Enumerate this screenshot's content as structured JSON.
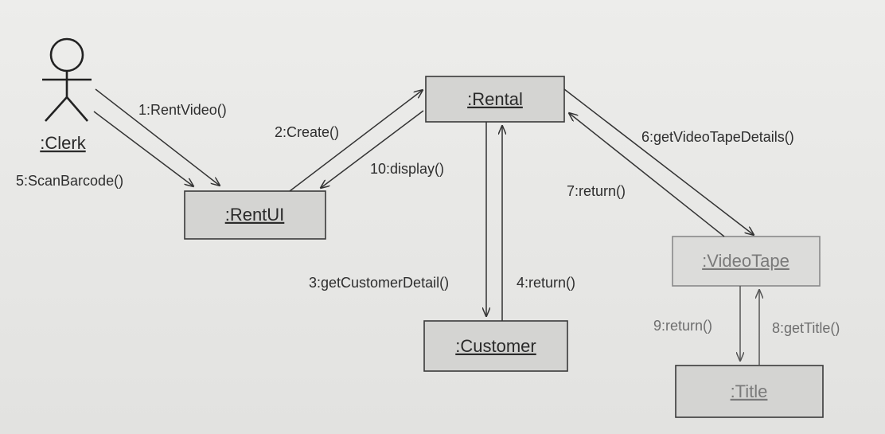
{
  "actor": {
    "label": ":Clerk"
  },
  "objects": {
    "rental": ":Rental",
    "rentui": ":RentUI",
    "customer": ":Customer",
    "videotape": ":VideoTape",
    "title": ":Title"
  },
  "messages": {
    "m1": "1:RentVideo()",
    "m2": "2:Create()",
    "m3": "3:getCustomerDetail()",
    "m4": "4:return()",
    "m5": "5:ScanBarcode()",
    "m6": "6:getVideoTapeDetails()",
    "m7": "7:return()",
    "m8": "8:getTitle()",
    "m9": "9:return()",
    "m10": "10:display()"
  }
}
